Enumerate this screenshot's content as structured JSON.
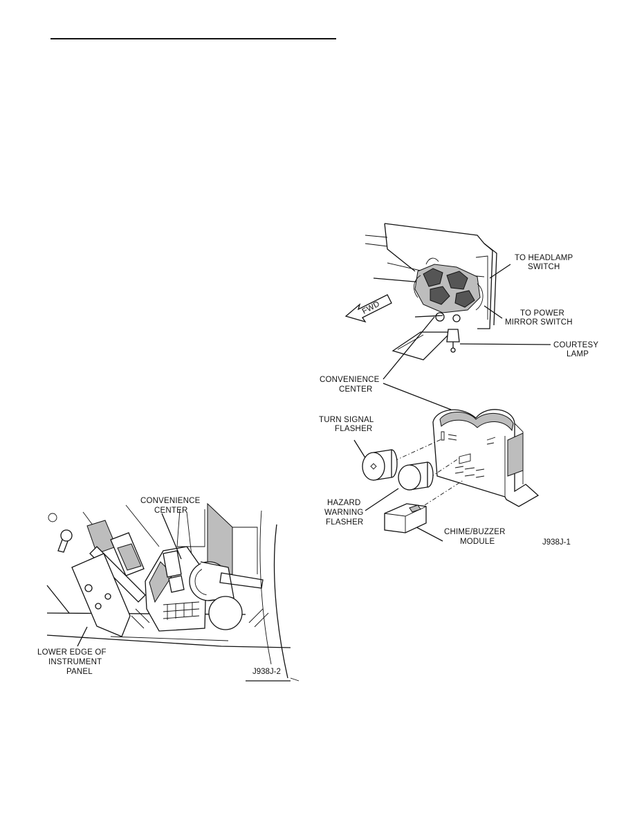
{
  "figure1": {
    "labels": {
      "headlamp_line1": "TO HEADLAMP",
      "headlamp_line2": "SWITCH",
      "mirror_line1": "TO POWER",
      "mirror_line2": "MIRROR SWITCH",
      "courtesy_line1": "COURTESY",
      "courtesy_line2": "LAMP",
      "fwd": "FWD",
      "convenience_line1": "CONVENIENCE",
      "convenience_line2": "CENTER",
      "turn_line1": "TURN SIGNAL",
      "turn_line2": "FLASHER",
      "hazard_line1": "HAZARD",
      "hazard_line2": "WARNING",
      "hazard_line3": "FLASHER",
      "chime_line1": "CHIME/BUZZER",
      "chime_line2": "MODULE"
    },
    "code": "J938J-1"
  },
  "figure2": {
    "labels": {
      "convenience_line1": "CONVENIENCE",
      "convenience_line2": "CENTER",
      "lower_line1": "LOWER EDGE OF",
      "lower_line2": "INSTRUMENT",
      "lower_line3": "PANEL"
    },
    "code": "J938J-2"
  }
}
